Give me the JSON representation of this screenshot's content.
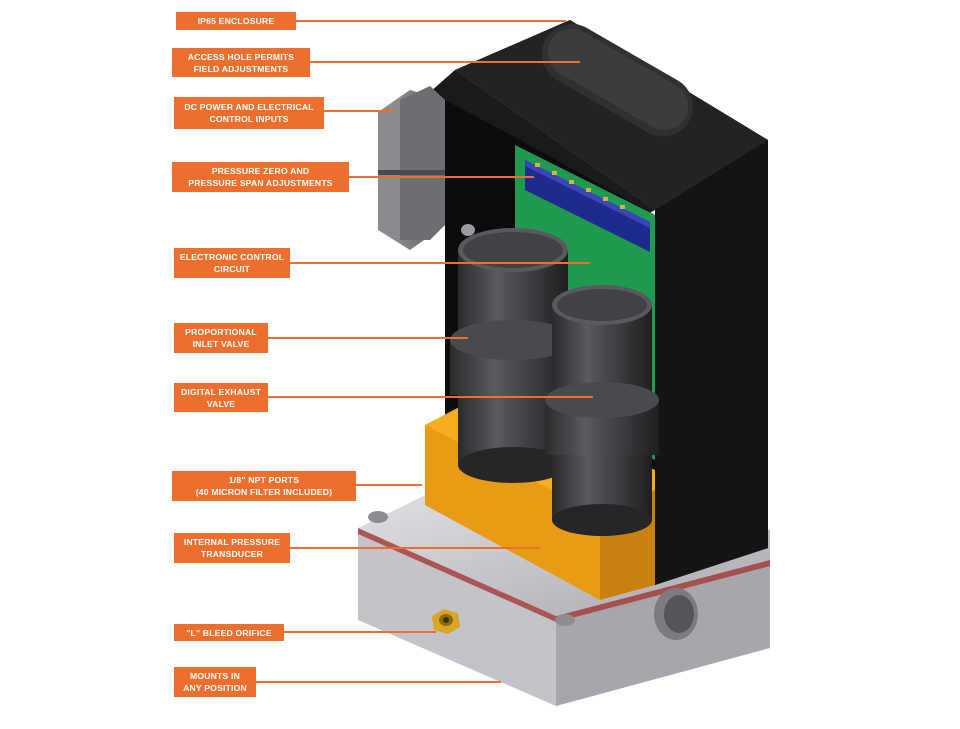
{
  "callouts": [
    {
      "id": "ip65-enclosure",
      "text": "IP65 ENCLOSURE"
    },
    {
      "id": "access-hole",
      "text": "ACCESS HOLE PERMITS\nFIELD ADJUSTMENTS"
    },
    {
      "id": "dc-power",
      "text": "DC POWER AND ELECTRICAL\nCONTROL INPUTS"
    },
    {
      "id": "pressure-adjust",
      "text": "PRESSURE ZERO AND\nPRESSURE SPAN ADJUSTMENTS"
    },
    {
      "id": "control-circuit",
      "text": "ELECTRONIC CONTROL\nCIRCUIT"
    },
    {
      "id": "inlet-valve",
      "text": "PROPORTIONAL\nINLET VALVE"
    },
    {
      "id": "exhaust-valve",
      "text": "DIGITAL EXHAUST\nVALVE"
    },
    {
      "id": "npt-ports",
      "text": "1/8\" NPT PORTS\n(40 MICRON FILTER INCLUDED)"
    },
    {
      "id": "pressure-transducer",
      "text": "INTERNAL PRESSURE\nTRANSDUCER"
    },
    {
      "id": "bleed-orifice",
      "text": "\"L\" BLEED ORIFICE"
    },
    {
      "id": "mounts",
      "text": "MOUNTS IN\nANY POSITION"
    }
  ],
  "colors": {
    "callout_fill": "#ee6f2d",
    "enclosure": "#1c1c1c",
    "circuit_board": "#1f9a50",
    "connector_block": "#1f2b8c",
    "manifold": "#f5ad1f",
    "base": "#c9c8cc",
    "gasket": "#a63a3a"
  }
}
